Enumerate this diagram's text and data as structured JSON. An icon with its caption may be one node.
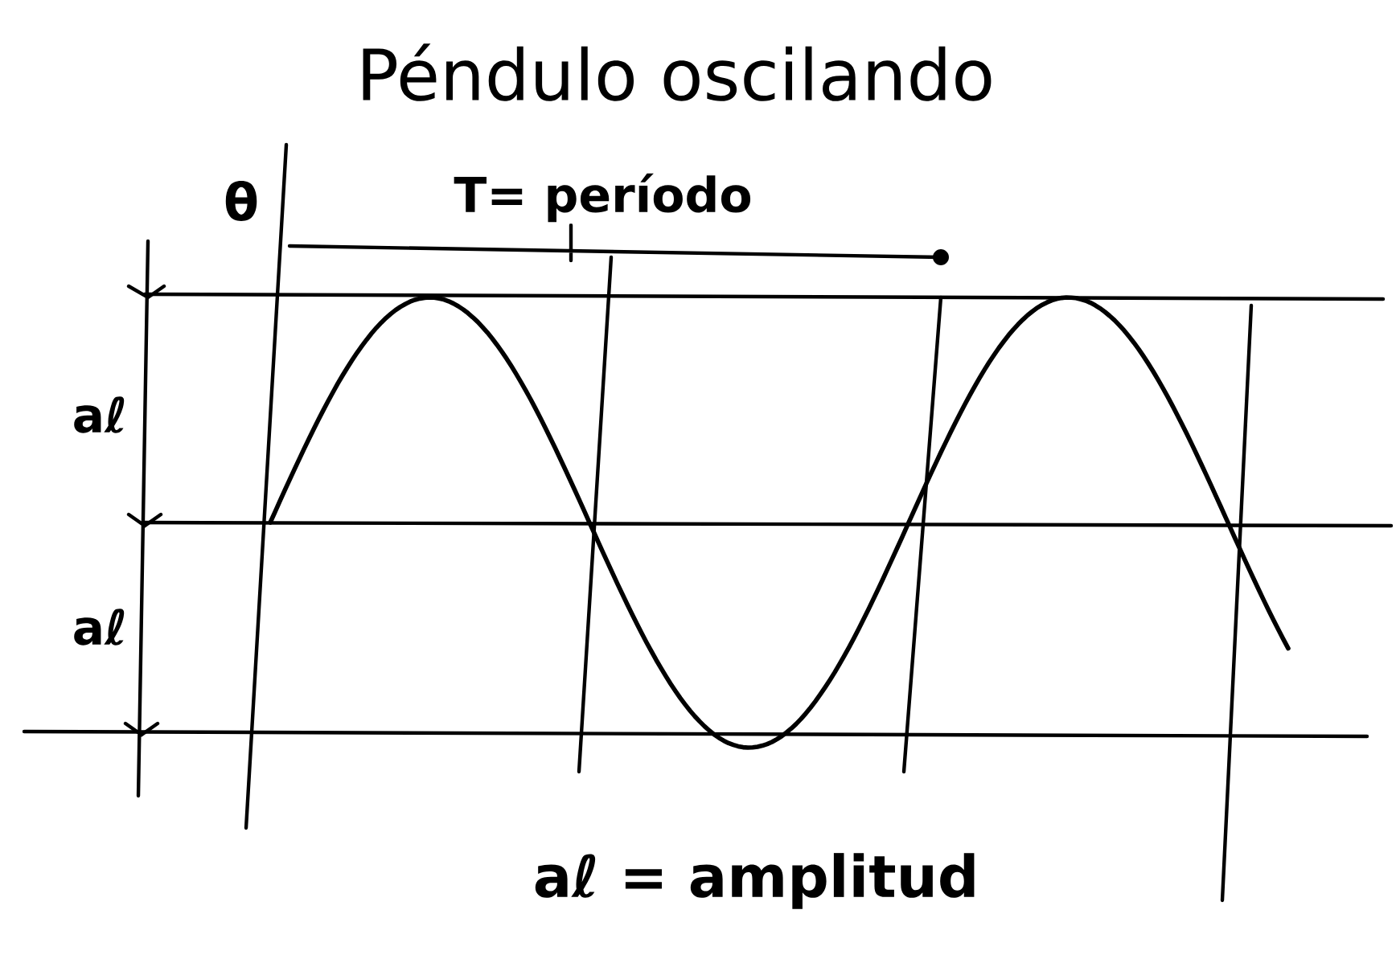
{
  "diagram": {
    "title": "Péndulo oscilando",
    "labels": [
      "θ",
      "T= período",
      "aℓ",
      "aℓ",
      "aℓ = amplitud"
    ]
  }
}
